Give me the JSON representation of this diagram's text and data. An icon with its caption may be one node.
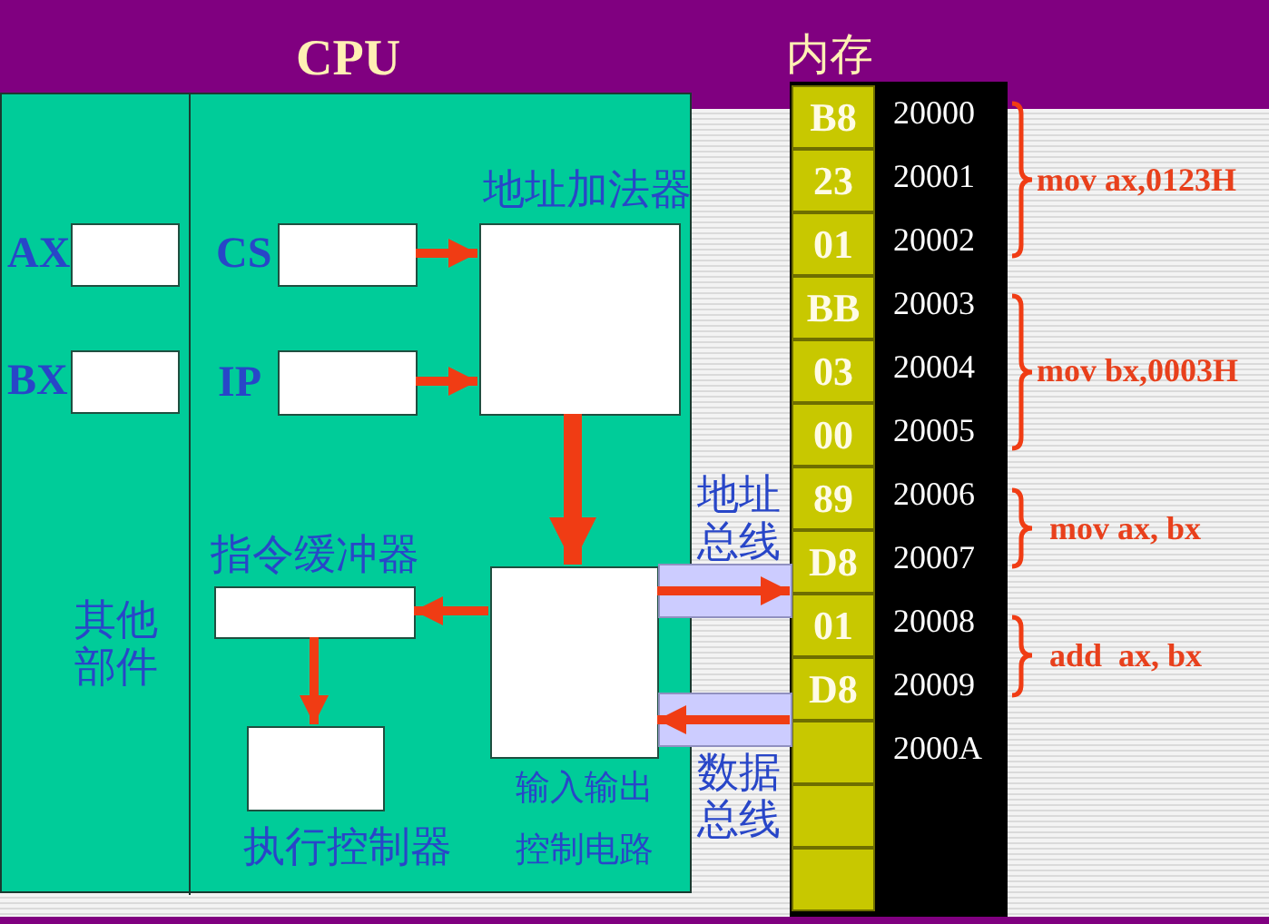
{
  "diagram": {
    "nodes": [
      {
        "text": [
          "CPU"
        ]
      },
      {
        "text": [
          "其他部件"
        ],
        "in": 0
      },
      {
        "text": [
          "AX"
        ],
        "in": 1
      },
      {
        "text": [
          "BX"
        ],
        "in": 1
      },
      {
        "text": [
          "CS"
        ],
        "in": 0
      },
      {
        "text": [
          "IP"
        ],
        "in": 0
      },
      {
        "text": [
          "地址加法器"
        ],
        "in": 0
      },
      {
        "text": [
          "指令缓冲器"
        ],
        "in": 0
      },
      {
        "text": [
          "输入输出控制电路"
        ],
        "in": 0
      },
      {
        "text": [
          "执行控制器"
        ],
        "in": 0
      },
      {
        "text": [
          "内存"
        ]
      },
      {
        "text": [
          "B8"
        ],
        "in": 10,
        "beside": [
          "20000"
        ]
      },
      {
        "text": [
          "23"
        ],
        "in": 10,
        "beside": [
          "20001"
        ]
      },
      {
        "text": [
          "01"
        ],
        "in": 10,
        "beside": [
          "20002"
        ]
      },
      {
        "text": [
          "BB"
        ],
        "in": 10,
        "beside": [
          "20003"
        ]
      },
      {
        "text": [
          "03"
        ],
        "in": 10,
        "beside": [
          "20004"
        ]
      },
      {
        "text": [
          "00"
        ],
        "in": 10,
        "beside": [
          "20005"
        ]
      },
      {
        "text": [
          "89"
        ],
        "in": 10,
        "beside": [
          "20006"
        ]
      },
      {
        "text": [
          "D8"
        ],
        "in": 10,
        "beside": [
          "20007"
        ]
      },
      {
        "text": [
          "01"
        ],
        "in": 10,
        "beside": [
          "20008"
        ]
      },
      {
        "text": [
          "D8"
        ],
        "in": 10,
        "beside": [
          "20009"
        ]
      },
      {
        "text": [],
        "shape": "box",
        "in": 10,
        "beside": [
          "2000A"
        ]
      },
      {
        "text": [],
        "shape": "box",
        "in": 10
      },
      {
        "text": [],
        "shape": "box",
        "in": 10
      }
    ],
    "edges": [
      {
        "from": 4,
        "to": 6,
        "arrow": "to"
      },
      {
        "from": 5,
        "to": 6,
        "arrow": "to"
      },
      {
        "from": 6,
        "to": 8,
        "arrow": "to",
        "style": "thick"
      },
      {
        "from": 8,
        "to": 7,
        "arrow": "to"
      },
      {
        "from": 7,
        "to": 9,
        "arrow": "to"
      },
      {
        "from": 8,
        "to": 10,
        "arrow": "to",
        "label": "地址总线"
      },
      {
        "from": 10,
        "to": 8,
        "arrow": "to",
        "label": "数据总线"
      }
    ],
    "labels": [
      "mov ax,0123H",
      "mov bx,0003H",
      "mov ax, bx",
      "add  ax, bx"
    ]
  }
}
